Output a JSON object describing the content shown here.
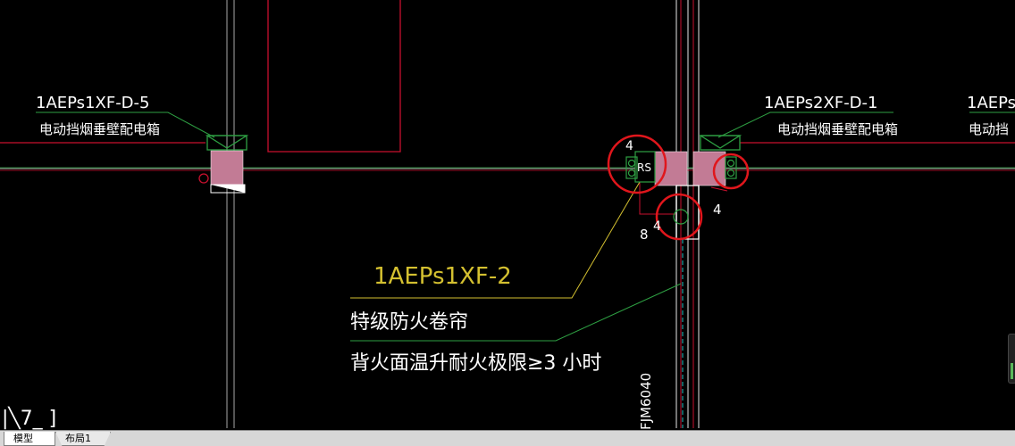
{
  "drawing": {
    "left_label": {
      "code": "1AEPs1XF-D-5",
      "name": "电动挡烟垂壁配电箱"
    },
    "right_label": {
      "code": "1AEPs2XF-D-1",
      "name": "电动挡烟垂壁配电箱"
    },
    "edge_label": {
      "code": "1AEPs",
      "name": "电动挡"
    },
    "device_tag": "RS",
    "num_top": "4",
    "num_right": "4",
    "num_bottom_8": "8",
    "num_bottom_4": "4",
    "note_code": "1AEPs1XF-2",
    "note_line1": "特级防火卷帘",
    "note_line2": "背火面温升耐火极限≥3 小时",
    "door_code": "FJM6040",
    "corner_text": "|╲7_  ]"
  },
  "tabs": {
    "model": "模型",
    "layout": "布局1"
  },
  "colors": {
    "background": "#000000",
    "red_line": "#c8102e",
    "green_line": "#2ea043",
    "yellow_text": "#d4c030",
    "box_fill": "#c27b95",
    "cyan_dash": "#1fa3a3"
  }
}
